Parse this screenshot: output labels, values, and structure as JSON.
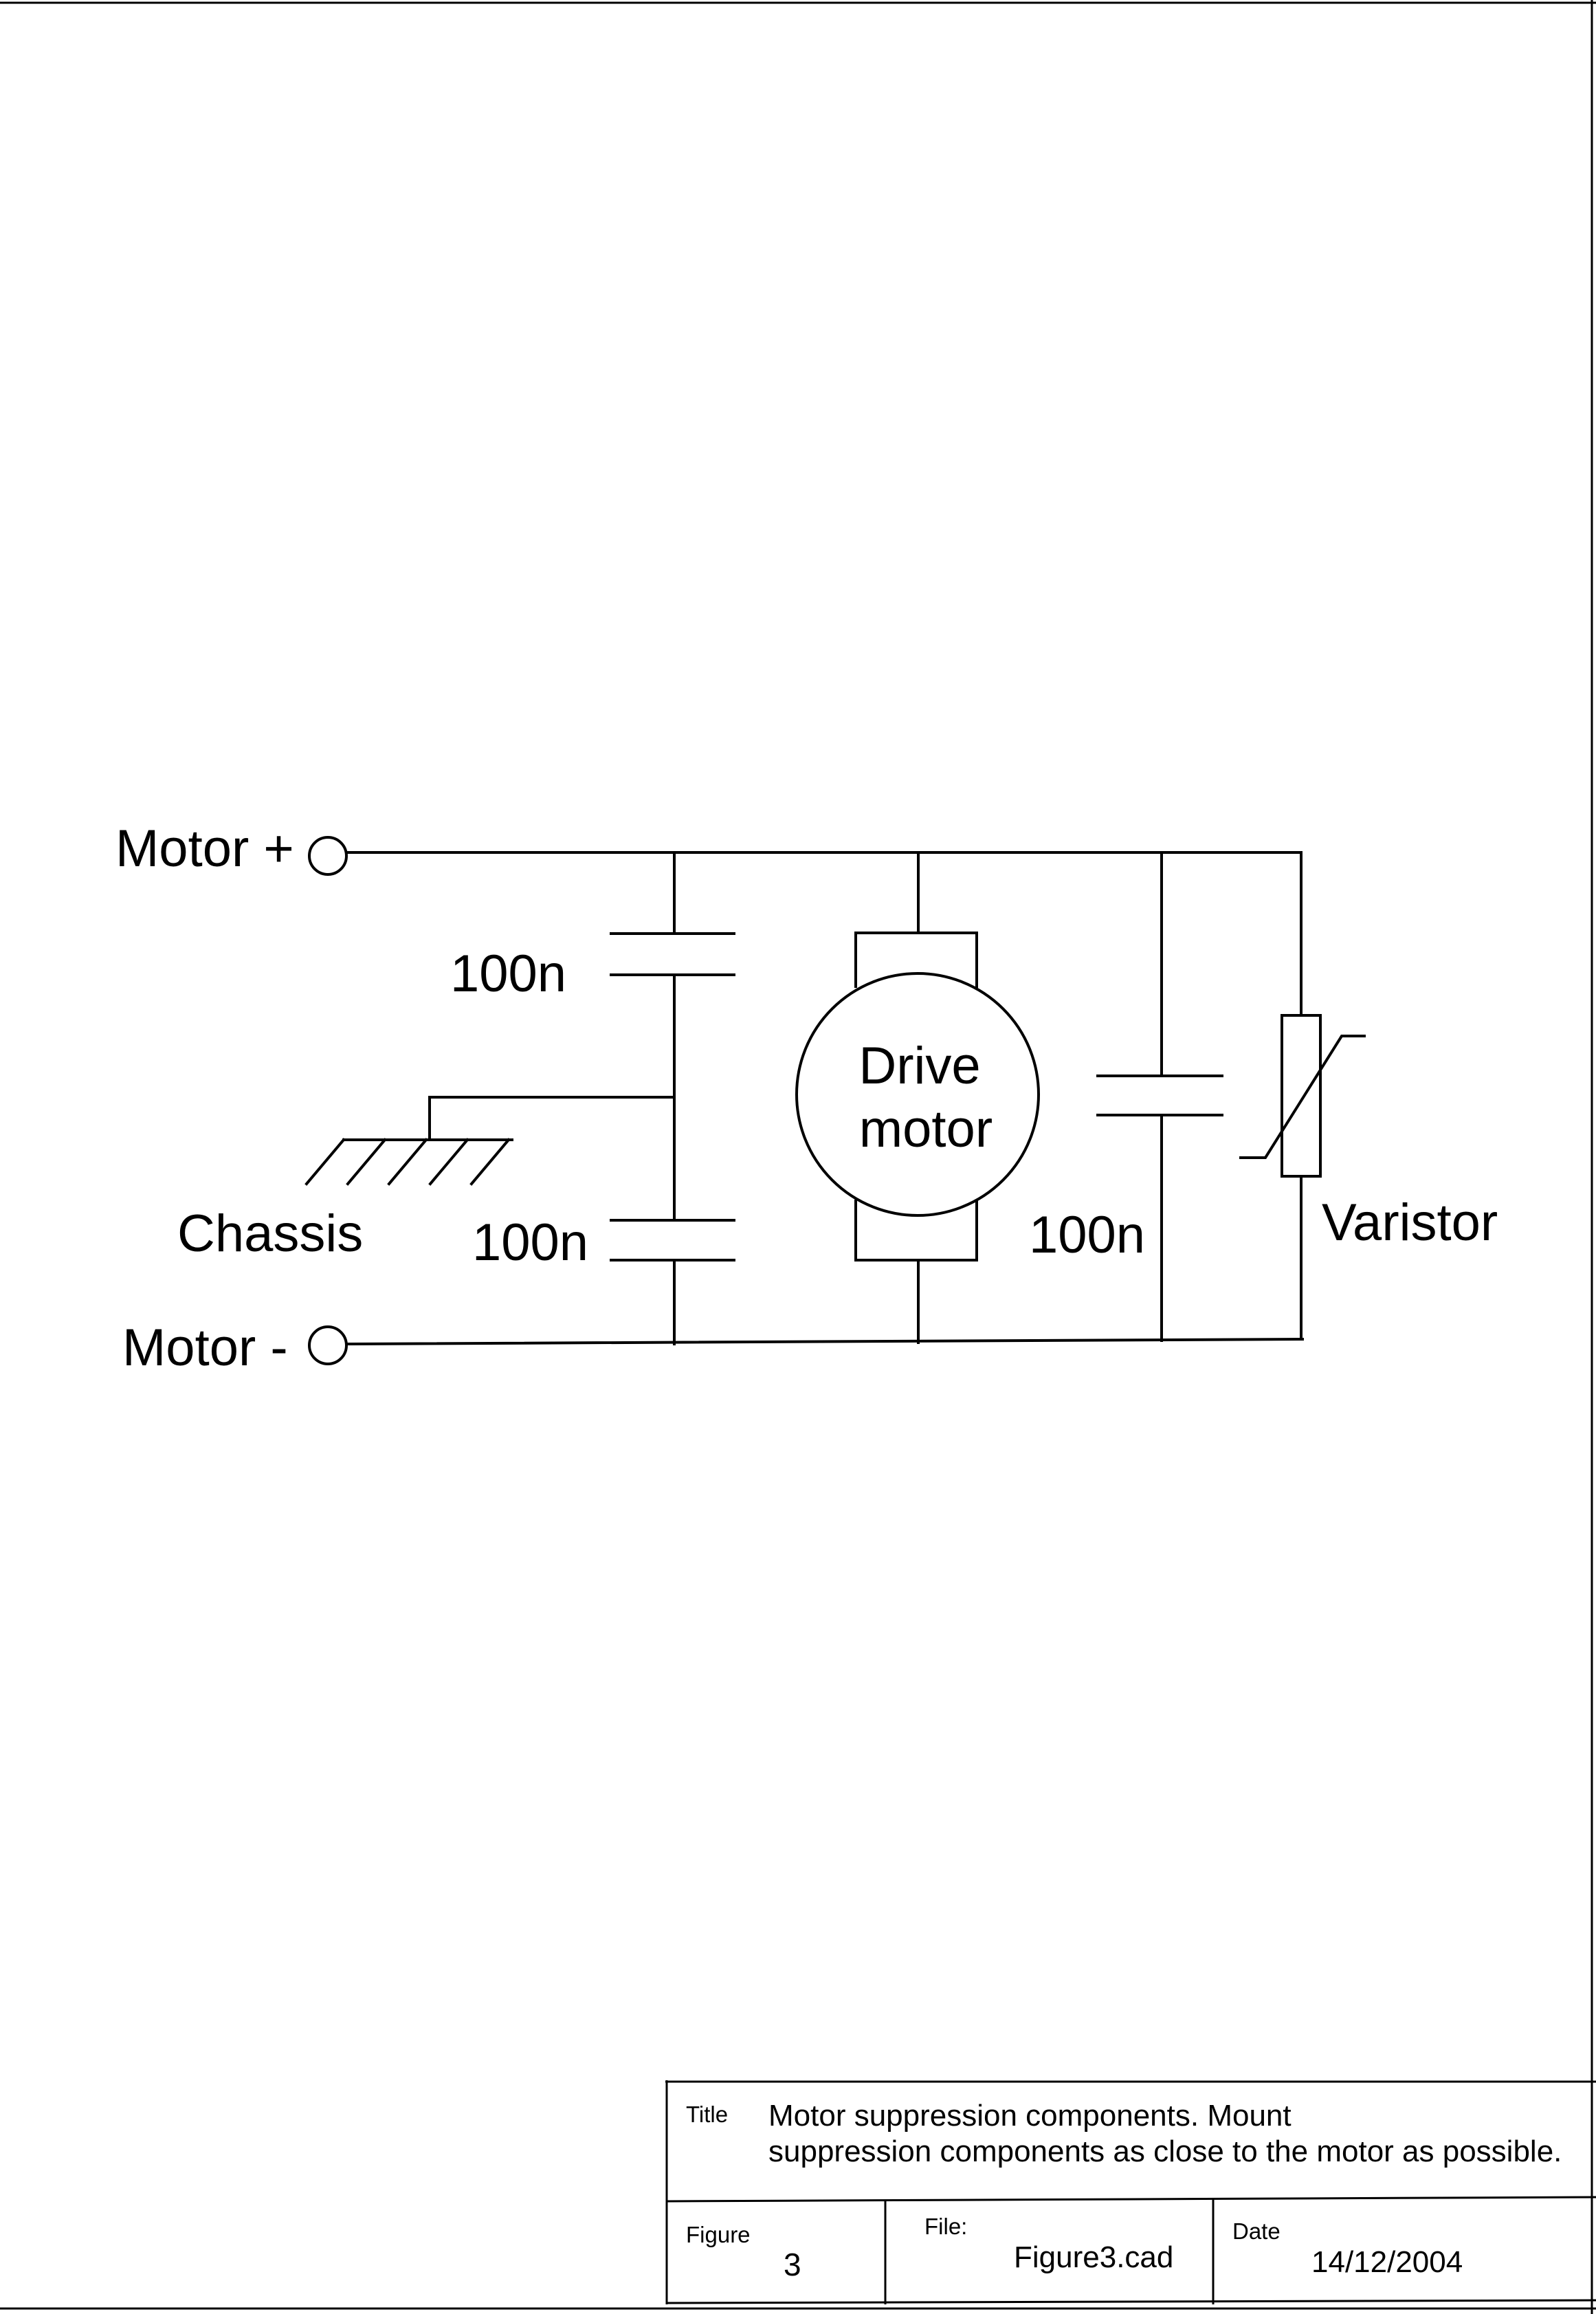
{
  "schematic": {
    "terminal_plus_label": "Motor +",
    "terminal_minus_label": "Motor -",
    "cap_top_left_label": "100n",
    "cap_bottom_left_label": "100n",
    "cap_right_label": "100n",
    "chassis_label": "Chassis",
    "motor_label_line1": "Drive",
    "motor_label_line2": "motor",
    "varistor_label": "Varistor"
  },
  "title_block": {
    "title_caption": "Title",
    "title_line1": "Motor suppression components. Mount",
    "title_line2": "suppression components as close to the motor as possible.",
    "figure_caption": "Figure",
    "figure_value": "3",
    "file_caption": "File:",
    "file_value": "Figure3.cad",
    "date_caption": "Date",
    "date_value": "14/12/2004"
  }
}
